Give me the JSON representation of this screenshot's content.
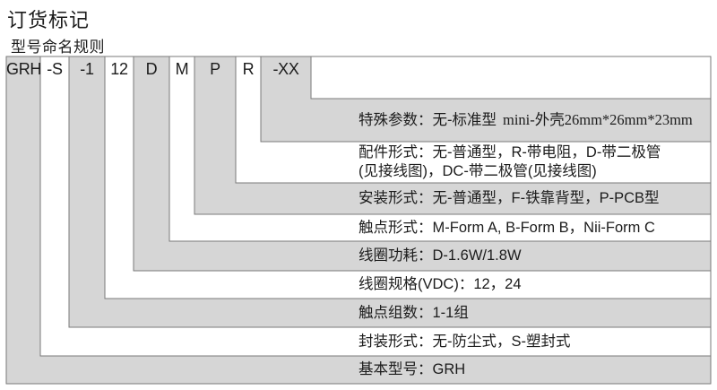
{
  "title": "订货标记",
  "subtitle": "型号命名规则",
  "colors": {
    "band_gray": "#d6d6d6",
    "band_white": "#ffffff",
    "border": "#7a7a7a",
    "text": "#1c1c1c"
  },
  "segments": [
    {
      "code": "GRH",
      "desc": "基本型号：GRH"
    },
    {
      "code": "-S",
      "desc": "封装形式：无-防尘式，S-塑封式"
    },
    {
      "code": "-1",
      "desc": "触点组数：1-1组"
    },
    {
      "code": "12",
      "desc": "线圈规格(VDC)：12，24"
    },
    {
      "code": "D",
      "desc": "线圈功耗：D-1.6W/1.8W"
    },
    {
      "code": "M",
      "desc": "触点形式：M-Form A, B-Form B，Nii-Form C"
    },
    {
      "code": "P",
      "desc": "安装形式：无-普通型，F-铁靠背型，P-PCB型"
    },
    {
      "code": "R",
      "desc": "配件形式：无-普通型，R-带电阻，D-带二极管",
      "desc2": "(见接线图)，DC-带二极管(见接线图)"
    },
    {
      "code": "-XX",
      "desc": "特殊参数：无-标准型",
      "desc_serif": "mini-外壳26mm*26mm*23mm"
    }
  ]
}
